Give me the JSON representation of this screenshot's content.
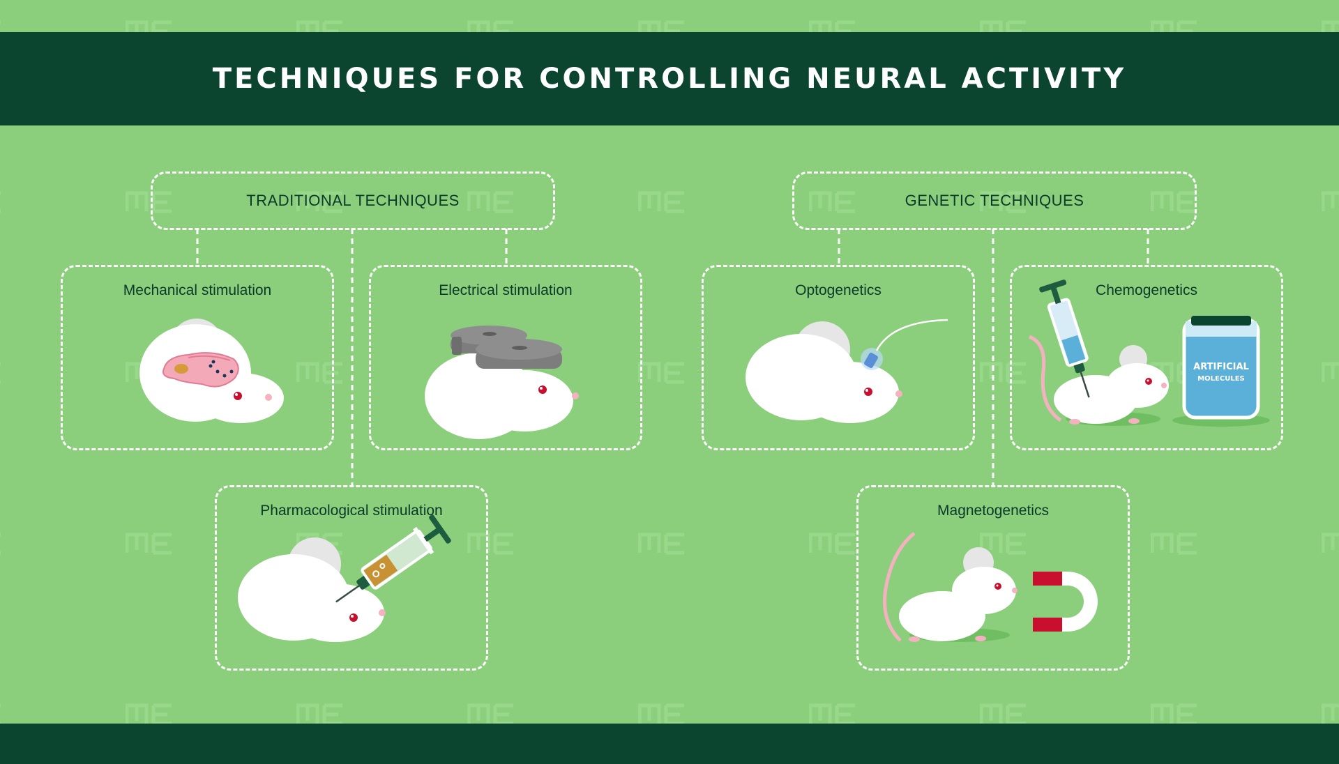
{
  "header": {
    "title": "TECHNIQUES FOR CONTROLLING NEURAL ACTIVITY"
  },
  "groups": {
    "traditional": {
      "label": "TRADITIONAL TECHNIQUES"
    },
    "genetic": {
      "label": "GENETIC TECHNIQUES"
    }
  },
  "techniques": {
    "mechanical": {
      "label": "Mechanical stimulation"
    },
    "electrical": {
      "label": "Electrical stimulation"
    },
    "pharmacological": {
      "label": "Pharmacological stimulation"
    },
    "optogenetics": {
      "label": "Optogenetics"
    },
    "chemogenetics": {
      "label": "Chemogenetics",
      "bottle_line1": "ARTIFICIAL",
      "bottle_line2": "MOLECULES"
    },
    "magnetogenetics": {
      "label": "Magnetogenetics"
    }
  },
  "colors": {
    "background": "#8bcf7c",
    "band": "#0b4530",
    "text_dark": "#0b3a2a",
    "mouse": "#ffffff",
    "mouse_eye": "#c8102e",
    "magnet_red": "#c8102e",
    "bottle_blue": "#5ab0d8",
    "electrode_gray": "#7d7d7d"
  }
}
